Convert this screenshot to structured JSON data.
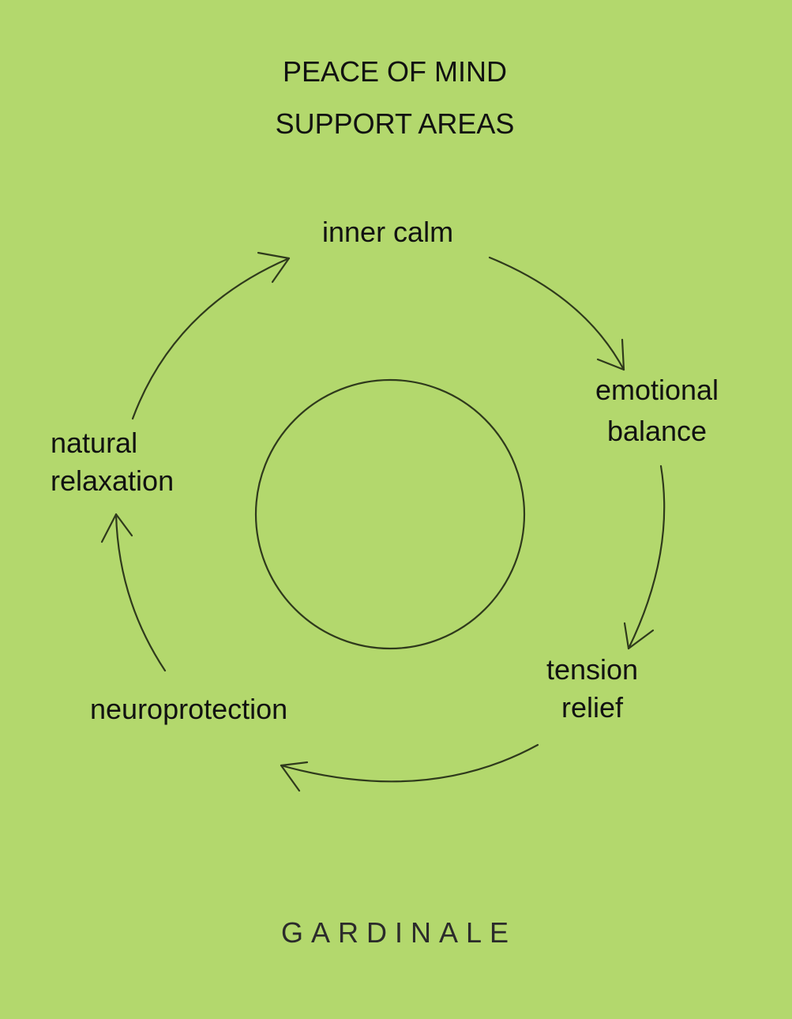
{
  "header": {
    "title": "PEACE OF MIND",
    "subtitle": "SUPPORT AREAS"
  },
  "cycle": {
    "direction": "clockwise",
    "nodes": [
      {
        "id": "inner-calm",
        "lines": [
          "inner calm"
        ]
      },
      {
        "id": "emotional-balance",
        "lines": [
          "emotional",
          "balance"
        ]
      },
      {
        "id": "tension-relief",
        "lines": [
          "tension",
          "relief"
        ]
      },
      {
        "id": "neuroprotection",
        "lines": [
          "neuroprotection"
        ]
      },
      {
        "id": "natural-relaxation",
        "lines": [
          "natural",
          "relaxation"
        ]
      }
    ],
    "center_circle": "empty"
  },
  "footer": {
    "brand": "GARDINALE"
  },
  "colors": {
    "background": "#b3d86d",
    "stroke": "#2f3a1c",
    "text": "#111111"
  }
}
